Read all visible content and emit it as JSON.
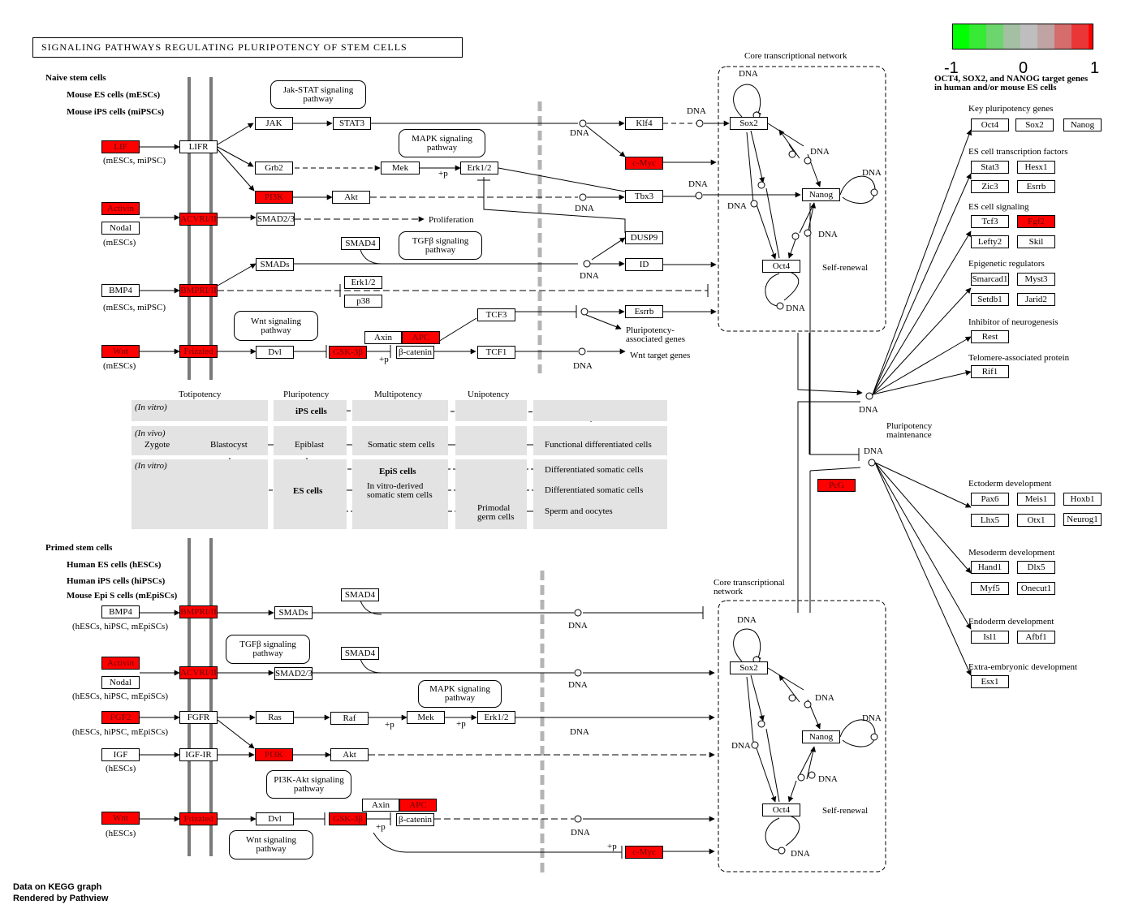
{
  "title": "SIGNALING PATHWAYS REGULATING PLURIPOTENCY OF STEM CELLS",
  "footer": {
    "line1": "Data on KEGG graph",
    "line2": "Rendered by Pathview"
  },
  "legend": {
    "colors": [
      "#00ff00",
      "#36ea36",
      "#6dd56d",
      "#a3c0a3",
      "#bebebe",
      "#c0a3a3",
      "#d56d6d",
      "#ea3636",
      "#ff0000"
    ],
    "min": "-1",
    "mid": "0",
    "max": "1",
    "note1": "OCT4, SOX2, and NANOG target genes",
    "note2": "in human and/or mouse ES cells"
  },
  "sections": {
    "naive": [
      "Naive stem cells",
      "Mouse ES cells (mESCs)",
      "Mouse iPS cells (miPSCs)"
    ],
    "primed": [
      "Primed stem cells",
      "Human ES cells (hESCs)",
      "Human iPS cells (hiPSCs)",
      "Mouse Epi S cells (mEpiSCs)"
    ]
  },
  "nodes": {
    "lif": "LIF",
    "lifr": "LIFR",
    "jak": "JAK",
    "stat3": "STAT3",
    "grb2": "Grb2",
    "mek": "Mek",
    "erk12": "Erk1/2",
    "pi3k": "PI3K",
    "akt": "Akt",
    "activin": "Activin",
    "nodal": "Nodal",
    "acvr": "ACVRI/II",
    "smad23": "SMAD2/3",
    "smad4": "SMAD4",
    "smads": "SMADs",
    "bmp4": "BMP4",
    "bmpr": "BMPRI/II",
    "erk12b": "Erk1/2",
    "p38": "p38",
    "wnt": "Wnt",
    "frizzled": "Frizzled",
    "dvl": "Dvl",
    "gsk3b": "GSK-3β",
    "axin": "Axin",
    "apc": "APC",
    "bcatenin": "β-catenin",
    "tcf3": "TCF3",
    "tcf1": "TCF1",
    "klf4": "Klf4",
    "cmyc": "c-Myc",
    "tbx3": "Tbx3",
    "dusp9": "DUSP9",
    "id": "ID",
    "esrrb": "Esrrb",
    "sox2": "Sox2",
    "nanog": "Nanog",
    "oct4": "Oct4",
    "pcg": "PcG",
    "fgf2": "FGF2",
    "fgfr": "FGFR",
    "ras": "Ras",
    "raf": "Raf",
    "igf": "IGF",
    "igfir": "IGF-IR",
    "targets": {
      "oct4": "Oct4",
      "sox2": "Sox2",
      "nanog": "Nanog",
      "stat3": "Stat3",
      "hesx1": "Hesx1",
      "zic3": "Zic3",
      "esrrb": "Esrrb",
      "tcf3": "Tcf3",
      "fgf2": "Fgf2",
      "lefty2": "Lefty2",
      "skil": "Skil",
      "smarcad1": "Smarcad1",
      "myst3": "Myst3",
      "setdb1": "Setdb1",
      "jarid2": "Jarid2",
      "rest": "Rest",
      "rif1": "Rif1",
      "pax6": "Pax6",
      "meis1": "Meis1",
      "hoxb1": "Hoxb1",
      "lhx5": "Lhx5",
      "otx1": "Otx1",
      "neurog1": "Neurog1",
      "hand1": "Hand1",
      "dlx5": "Dlx5",
      "myf5": "Myf5",
      "onecut1": "Onecut1",
      "isl1": "Isl1",
      "afbf1": "Afbf1",
      "esx1": "Esx1"
    }
  },
  "labels": {
    "mescs_mipsc": "(mESCs, miPSC)",
    "mescs": "(mESCs)",
    "mescs_mipsc2": "(mESCs, miPSC)",
    "mescs2": "(mESCs)",
    "hescs_etc1": "(hESCs, hiPSC, mEpiSCs)",
    "hescs_etc2": "(hESCs, hiPSC, mEpiSCs)",
    "hescs_etc3": "(hESCs, hiPSC, mEpiSCs)",
    "hescs1": "(hESCs)",
    "hescs2": "(hESCs)",
    "dna": "DNA",
    "plus_p": "+p",
    "proliferation": "Proliferation",
    "pluri_assoc1": "Pluripotency-",
    "pluri_assoc2": "associated genes",
    "wnt_targets": "Wnt target genes",
    "core_net": "Core transcriptional network",
    "core_net2a": "Core transcriptional",
    "core_net2b": "network",
    "self_renewal": "Self-renewal",
    "pluri_maint1": "Pluripotency",
    "pluri_maint2": "maintenance",
    "key_genes": "Key pluripotency genes",
    "es_tf": "ES cell transcription factors",
    "es_signal": "ES cell signaling",
    "epigenetic": "Epigenetic regulators",
    "neuro_inhib": "Inhibitor of neurogenesis",
    "telomere": "Telomere-associated protein",
    "ecto": "Ectoderm development",
    "meso": "Mesoderm development",
    "endo": "Endoderm development",
    "extra": "Extra-embryonic development",
    "totipotency": "Totipotency",
    "pluripotency": "Pluripotency",
    "multipotency": "Multipotency",
    "unipotency": "Unipotency",
    "in_vitro": "(In vitro)",
    "in_vivo": "(In vivo)",
    "in_vitro2": "(In vitro)",
    "ips_cells": "iPS cells",
    "zygote": "Zygote",
    "blastocyst": "Blastocyst",
    "epiblast": "Epiblast",
    "somatic_stem": "Somatic stem cells",
    "func_diff": "Functional differentiated cells",
    "epis_cells": "EpiS cells",
    "diff_somatic1": "Differentiated somatic cells",
    "es_cells": "ES cells",
    "invitro_derived1": "In vitro-derived",
    "invitro_derived2": "somatic stem cells",
    "diff_somatic2": "Differentiated somatic cells",
    "primodal1": "Primodal",
    "primodal2": "germ cells",
    "sperm": "Sperm and oocytes"
  },
  "pathways": {
    "jakstat": "Jak-STAT signaling pathway",
    "mapk1": "MAPK signaling pathway",
    "tgfb1": "TGFβ signaling pathway",
    "wnt1": "Wnt signaling pathway",
    "tgfb2": "TGFβ signaling pathway",
    "mapk2": "MAPK signaling pathway",
    "pi3kakt": "PI3K-Akt signaling pathway",
    "wnt2": "Wnt signaling pathway"
  }
}
